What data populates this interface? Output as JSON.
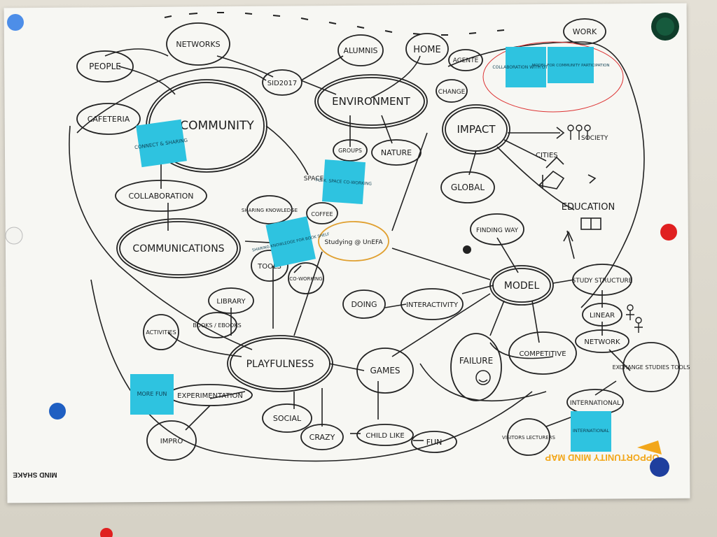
{
  "mindmap": {
    "core_nodes": {
      "community": "COMMUNITY",
      "environment": "ENVIRONMENT",
      "impact": "IMPACT",
      "communications": "COMMUNICATIONS",
      "playfulness": "PLAYFULNESS",
      "model": "MODEL"
    },
    "nodes": {
      "people": "PEOPLE",
      "networks": "NETWORKS",
      "sid2017": "SID2017",
      "alumnis": "ALUMNIS",
      "home": "HOME",
      "agente": "AGENTE",
      "change": "CHANGE",
      "work": "WORK",
      "cafeteria": "CAFETERIA",
      "collaboration": "COLLABORATION",
      "groups": "GROUPS",
      "nature": "NATURE",
      "global": "GLOBAL",
      "society": "SOCIETY",
      "cities": "CITIES",
      "education": "EDUCATION",
      "sharing_knowledge": "SHARING KNOWLEDGE",
      "space": "SPACE",
      "coffee": "COFFEE",
      "studying": "Studying @ UnEFA",
      "finding_way": "FINDING WAY",
      "tools": "TOOLS",
      "co_working": "CO-WORKING",
      "library": "LIBRARY",
      "books": "BOOKS / EBOOKS",
      "activities": "ACTIVITIES",
      "doing": "DOING",
      "interactivity": "INTERACTIVITY",
      "study_structure": "STUDY STRUCTURE",
      "linear": "LINEAR",
      "network": "NETWORK",
      "games": "GAMES",
      "failure": "FAILURE",
      "competitive": "COMPETITIVE",
      "exchange": "EXCHANGE STUDIES TOOLS",
      "experimentation": "EXPERIMENTATION",
      "international": "INTERNATIONAL",
      "social": "SOCIAL",
      "crazy": "CRAZY",
      "child_like": "CHILD LIKE",
      "fun": "FUN",
      "impro": "IMPRO",
      "visitors": "VISITORS LECTURERS"
    },
    "sticky_notes": {
      "n1": "CONNECT & SHARING",
      "n2": "COLLABORATION WITH OTHERS",
      "n3": "MODEL FOR COMMUNITY PARTICIPATION",
      "n4": "FLEX. SPACE CO-WORKING",
      "n5": "SHARING KNOWLEDGE FOR BOOK SHELF",
      "n6": "MORE FUN",
      "n7": "INTERNATIONAL"
    },
    "poster_logo": {
      "brand": "MIND SHAKE",
      "title": "OPPORTUNITY MIND MAP"
    }
  },
  "colors": {
    "sticky": "#2ec3e0",
    "ink": "#1c1c1c",
    "accent_logo": "#f2a71b",
    "magnet_blue": "#1f5fc2",
    "magnet_red": "#e02020",
    "magnet_green": "#0f3d2a"
  }
}
